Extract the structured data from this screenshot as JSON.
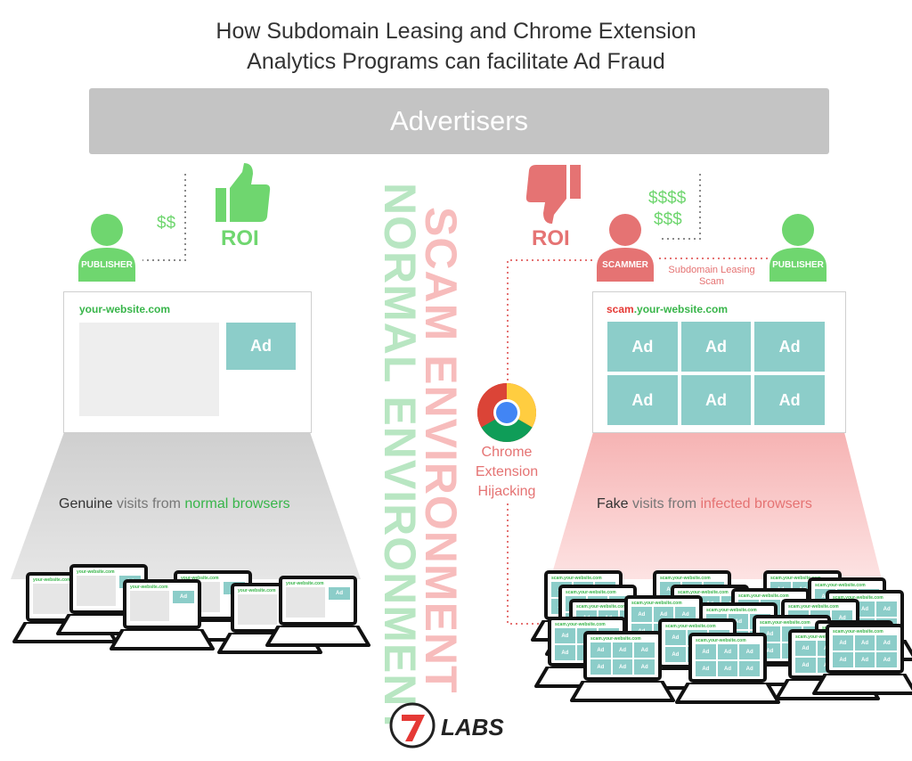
{
  "title_line1": "How Subdomain Leasing and Chrome Extension",
  "title_line2": "Analytics Programs can facilitate Ad Fraud",
  "advertisers": "Advertisers",
  "left": {
    "publisher": "PUBLISHER",
    "money": "$$",
    "roi": "ROI",
    "url": "your-website.com",
    "ad": "Ad",
    "visits_a": "Genuine",
    "visits_b": " visits from ",
    "visits_c": "normal browsers",
    "laptop_url": "your-website.com",
    "laptop_ad": "Ad"
  },
  "center": {
    "normal_env": "NORMAL ENVIRONMENT",
    "scam_env": "SCAM ENVIRONMENT",
    "chrome_line1": "Chrome",
    "chrome_line2": "Extension",
    "chrome_line3": "Hijacking"
  },
  "right": {
    "money1": "$$$$",
    "money2": "$$$",
    "roi": "ROI",
    "scammer": "SCAMMER",
    "publisher": "PUBLISHER",
    "leasing1": "Subdomain Leasing",
    "leasing2": "Scam",
    "url_scam": "scam",
    "url_rest": ".your-website.com",
    "ads": [
      "Ad",
      "Ad",
      "Ad",
      "Ad",
      "Ad",
      "Ad"
    ],
    "visits_a": "Fake",
    "visits_b": " visits from ",
    "visits_c": "infected browsers",
    "laptop_url": "scam.your-website.com",
    "laptop_ad": "Ad"
  },
  "logo": {
    "mark": "7",
    "text": "LABS"
  },
  "colors": {
    "green": "#6fd66f",
    "red": "#e57373",
    "ad": "#8ccdc9",
    "bar": "#c4c4c4"
  }
}
